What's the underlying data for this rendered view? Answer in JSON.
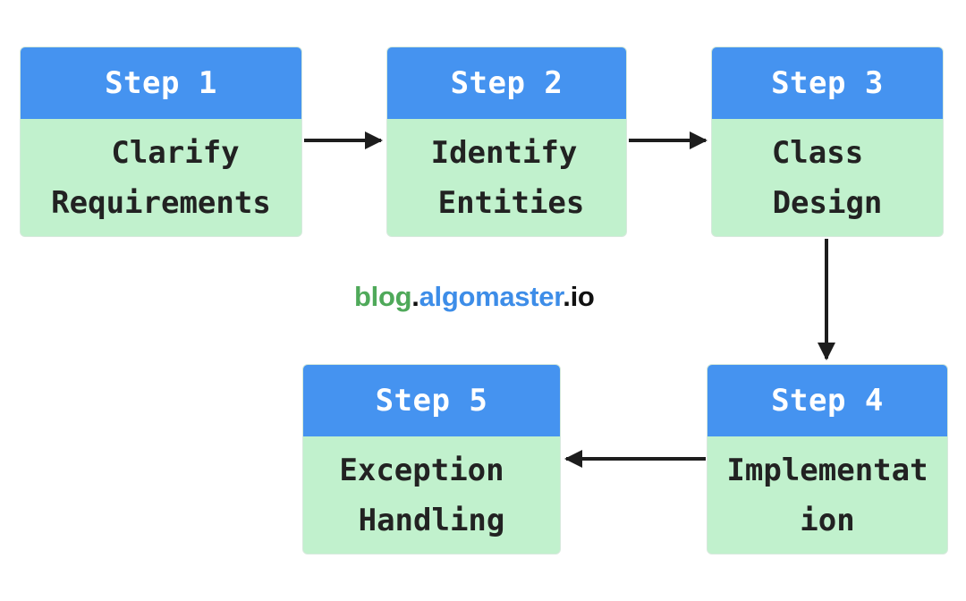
{
  "colors": {
    "header": "#4593f0",
    "body": "#c1f1cd",
    "arrow": "#1d1d1d",
    "watermark_blog": "#4fa95a",
    "watermark_dot": "#111111",
    "watermark_algomaster": "#3d8de8",
    "watermark_io": "#111111"
  },
  "steps": [
    {
      "header": "Step 1",
      "lines": [
        "Clarify",
        "Requirements"
      ]
    },
    {
      "header": "Step 2",
      "lines": [
        "Identify",
        "Entities"
      ]
    },
    {
      "header": "Step 3",
      "lines": [
        "Class",
        "Design"
      ]
    },
    {
      "header": "Step 4",
      "lines": [
        "Implementat",
        "ion"
      ]
    },
    {
      "header": "Step 5",
      "lines": [
        "Exception",
        "Handling"
      ]
    }
  ],
  "watermark": {
    "blog": "blog",
    "dot1": ".",
    "algomaster": "algomaster",
    "dot2": ".",
    "io": "io"
  }
}
